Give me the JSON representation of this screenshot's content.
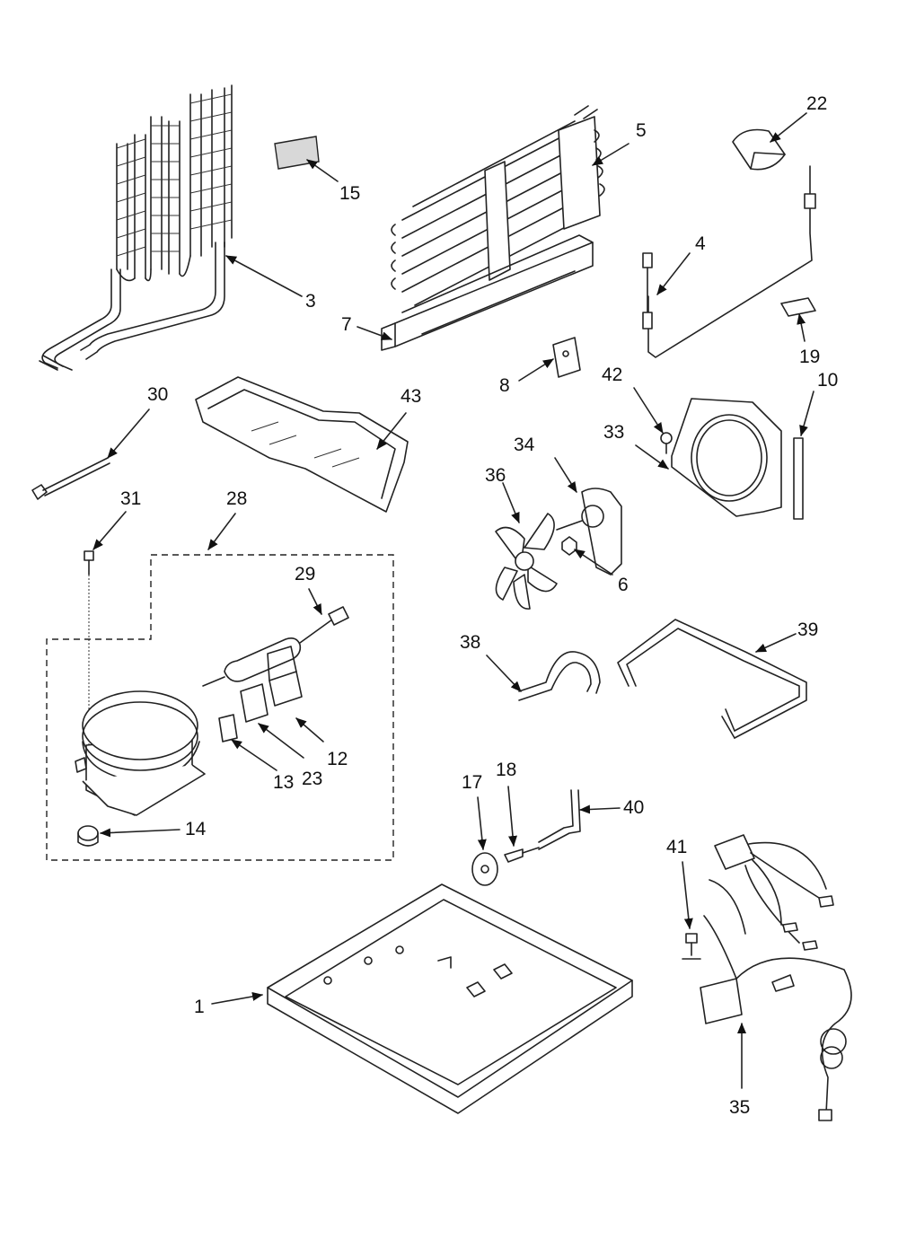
{
  "callouts": [
    {
      "id": "c1",
      "num": "1"
    },
    {
      "id": "c3",
      "num": "3"
    },
    {
      "id": "c4",
      "num": "4"
    },
    {
      "id": "c5",
      "num": "5"
    },
    {
      "id": "c6",
      "num": "6"
    },
    {
      "id": "c7",
      "num": "7"
    },
    {
      "id": "c8",
      "num": "8"
    },
    {
      "id": "c10",
      "num": "10"
    },
    {
      "id": "c12",
      "num": "12"
    },
    {
      "id": "c13",
      "num": "13"
    },
    {
      "id": "c14",
      "num": "14"
    },
    {
      "id": "c15",
      "num": "15"
    },
    {
      "id": "c17",
      "num": "17"
    },
    {
      "id": "c18",
      "num": "18"
    },
    {
      "id": "c19",
      "num": "19"
    },
    {
      "id": "c22",
      "num": "22"
    },
    {
      "id": "c23",
      "num": "23"
    },
    {
      "id": "c28",
      "num": "28"
    },
    {
      "id": "c29",
      "num": "29"
    },
    {
      "id": "c30",
      "num": "30"
    },
    {
      "id": "c31",
      "num": "31"
    },
    {
      "id": "c33",
      "num": "33"
    },
    {
      "id": "c34",
      "num": "34"
    },
    {
      "id": "c35",
      "num": "35"
    },
    {
      "id": "c36",
      "num": "36"
    },
    {
      "id": "c38",
      "num": "38"
    },
    {
      "id": "c39",
      "num": "39"
    },
    {
      "id": "c40",
      "num": "40"
    },
    {
      "id": "c41",
      "num": "41"
    },
    {
      "id": "c42",
      "num": "42"
    },
    {
      "id": "c43",
      "num": "43"
    }
  ]
}
